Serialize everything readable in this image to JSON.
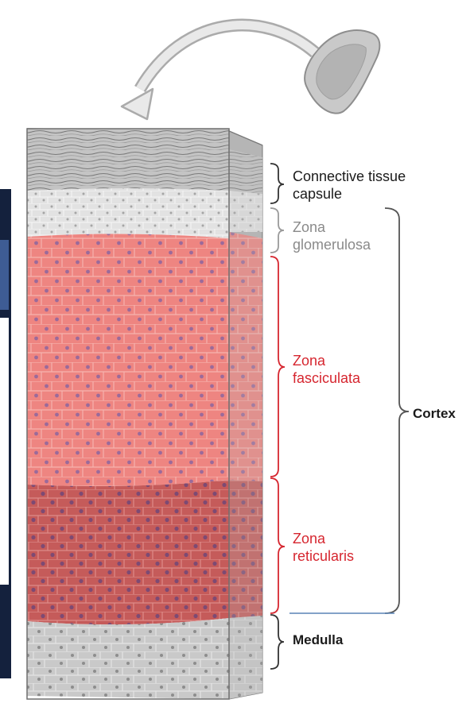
{
  "labels": {
    "capsule": [
      "Connective tissue",
      "capsule"
    ],
    "glomerulosa": [
      "Zona",
      "glomerulosa"
    ],
    "fasciculata": [
      "Zona",
      "fasciculata"
    ],
    "reticularis": [
      "Zona",
      "reticularis"
    ],
    "cortex": "Cortex",
    "medulla": "Medulla"
  },
  "colors": {
    "zone_label_red": "#d6262f",
    "glomerulosa_gray": "#8a8a8a",
    "text_dark": "#1a1a1a",
    "fasciculata_fill": "#f08a86",
    "reticularis_fill": "#c9605f",
    "tissue_gray": "#cfcfcf",
    "panel_navy": "#14213d",
    "panel_blue": "#3e5c94"
  }
}
